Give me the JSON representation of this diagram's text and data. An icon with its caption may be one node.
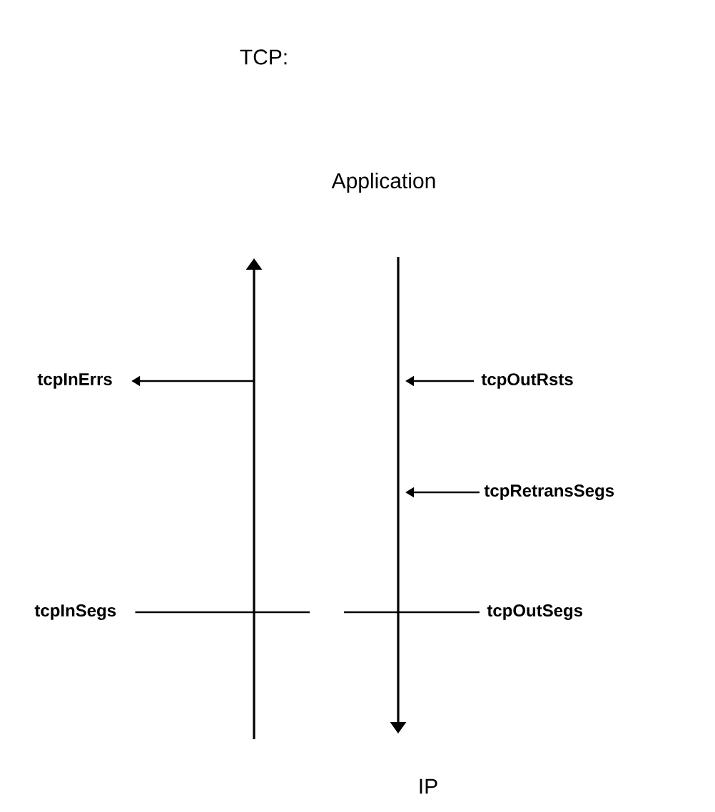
{
  "diagram": {
    "title": "TCP:",
    "nodes": [
      {
        "text": [
          "tcpInErrs"
        ]
      },
      {
        "text": [
          "tcpOutRsts"
        ]
      },
      {
        "text": [
          "tcpRetransSegs"
        ]
      },
      {
        "text": [
          "tcpInSegs"
        ]
      },
      {
        "text": [
          "tcpOutSegs"
        ]
      }
    ],
    "edges": [
      {
        "from": null,
        "to": 0,
        "arrow": "to"
      },
      {
        "from": 1,
        "to": null,
        "arrow": "to"
      },
      {
        "from": 2,
        "to": null,
        "arrow": "to"
      },
      {
        "from": 3,
        "to": null,
        "arrow": "none"
      },
      {
        "from": 4,
        "to": null,
        "arrow": "none"
      }
    ],
    "labels": [
      "Application",
      "IP"
    ]
  }
}
